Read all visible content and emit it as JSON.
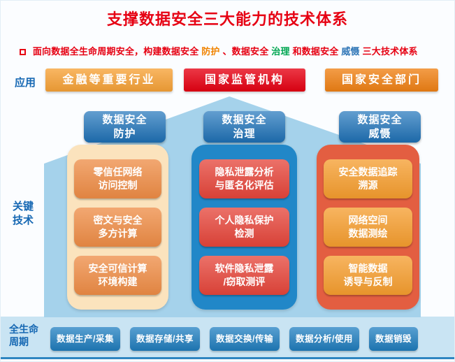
{
  "title": "支撑数据安全三大能力的技术体系",
  "subtitle": {
    "segments": [
      {
        "text": "面向数据全生命周期安全，构建数据安全",
        "color": "#e60012"
      },
      {
        "text": "防护",
        "color": "#f08300"
      },
      {
        "text": "、数据安全",
        "color": "#e60012"
      },
      {
        "text": "治理",
        "color": "#00a651"
      },
      {
        "text": "和数据安全",
        "color": "#e60012"
      },
      {
        "text": "威慑",
        "color": "#2e75b6"
      },
      {
        "text": "三大技术体系",
        "color": "#e60012"
      }
    ]
  },
  "side_labels": {
    "application": "应用",
    "key_tech": "关键\n技术",
    "lifecycle": "全生命\n周期"
  },
  "applications": [
    {
      "label": "金融等重要行业",
      "bg": "#f7a237"
    },
    {
      "label": "国家监管机构",
      "bg": "#e60012"
    },
    {
      "label": "国家安全部门",
      "bg": "#f08114"
    }
  ],
  "columns": [
    {
      "header": "数据安全\n防护",
      "container_bg": "#fbe3bd",
      "item_bg": "#ee8c45",
      "items": [
        "零信任网络\n访问控制",
        "密文与安全\n多方计算",
        "安全可信计算\n环境构建"
      ]
    },
    {
      "header": "数据安全\n治理",
      "container_bg": "#2187c8",
      "item_bg": "#e5453a",
      "items": [
        "隐私泄露分析\n与匿名化评估",
        "个人隐私保护\n检测",
        "软件隐私泄露\n/窃取测评"
      ]
    },
    {
      "header": "数据安全\n威慑",
      "container_bg": "#e35e41",
      "item_bg": "#f59d2e",
      "items": [
        "安全数据追踪\n溯源",
        "网络空间\n数据测绘",
        "智能数据\n诱导与反制"
      ]
    }
  ],
  "lifecycle": {
    "bg": "#2080c2",
    "items": [
      "数据生产/采集",
      "数据存储/共享",
      "数据交换/传输",
      "数据分析/使用",
      "数据销毁"
    ]
  },
  "colors": {
    "title": "#e60012",
    "side_label": "#1668b3",
    "arrow": "#a5d2eb",
    "band": "#c9e4f3",
    "header_bg": "#1f74bb"
  }
}
